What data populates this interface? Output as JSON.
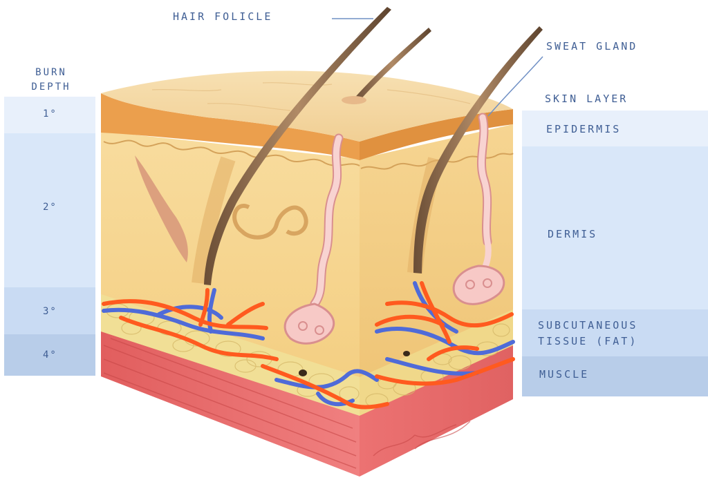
{
  "labels": {
    "hair_follicle": "HAIR FOLICLE",
    "sweat_gland": "SWEAT GLAND",
    "skin_layer_header": "SKIN LAYER",
    "burn_depth_header_line1": "BURN",
    "burn_depth_header_line2": "DEPTH"
  },
  "burn_depths": [
    {
      "label": "1°",
      "color": "#e8f0fb"
    },
    {
      "label": "2°",
      "color": "#d9e7f9"
    },
    {
      "label": "3°",
      "color": "#c9dbf3"
    },
    {
      "label": "4°",
      "color": "#b8cde9"
    }
  ],
  "skin_layers": [
    {
      "label": "EPIDERMIS",
      "color": "#e8f0fb"
    },
    {
      "label": "DERMIS",
      "color": "#d9e7f9"
    },
    {
      "label": "SUBCUTANEOUS",
      "label2": "TISSUE (FAT)",
      "color": "#c9dbf3"
    },
    {
      "label": "MUSCLE",
      "color": "#b8cde9"
    }
  ],
  "colors": {
    "label_text": "#3f5e94",
    "epidermis_top": "#f4d8a4",
    "epidermis_edge": "#e79d45",
    "dermis": "#f7d99a",
    "fat": "#f1df96",
    "muscle": "#e66a6a",
    "artery": "#ff5a1f",
    "vein": "#4f6bd8",
    "hair": "#8a6a4e",
    "gland": "#f6c3c3"
  }
}
